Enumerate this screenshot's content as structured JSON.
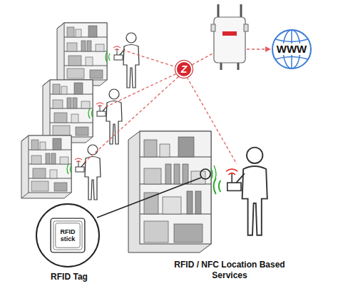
{
  "diagram": {
    "nodes": [
      {
        "text": [
          "Z"
        ]
      },
      {
        "text": [
          "WWW"
        ]
      },
      {
        "text": [
          "RFID stick",
          "RFID Tag"
        ]
      }
    ],
    "edges": [
      {
        "from": 0,
        "to": 1,
        "arrow": "to"
      }
    ],
    "labels": [
      "RFID / NFC Location Based Services"
    ]
  }
}
